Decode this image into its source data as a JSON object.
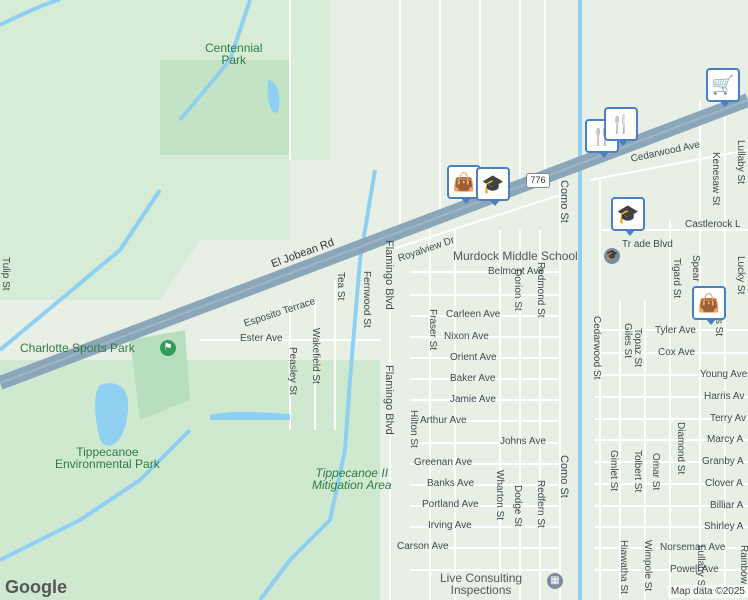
{
  "colors": {
    "background": "#e8f0e6",
    "park": "#cde8cf",
    "highway": "#8aa6b8",
    "water": "#8fd0f2",
    "street": "#ffffff",
    "pin_border": "#4a7fc4"
  },
  "parks": {
    "centennial": "Centennial\nPark",
    "tippecanoe": "Tippecanoe\nEnvironmental Park",
    "mitigation": "Tippecanoe II\nMitigation Area"
  },
  "pois": {
    "sports_park": "Charlotte Sports Park",
    "middle_school": "Murdock Middle School",
    "live_consulting": "Live Consulting\nInspections"
  },
  "highway": {
    "name": "El Jobean Rd",
    "route": "776"
  },
  "streets": {
    "royalview": "Royalview Dr",
    "esposito": "Esposito Terrace",
    "ester": "Ester Ave",
    "wakefield": "Wakefield St",
    "peasley": "Peasley St",
    "tea": "Tea St",
    "fernwood": "Fernwood St",
    "flamingo_top": "Flamingo Blvd",
    "flamingo_bottom": "Flamingo Blvd",
    "fraser": "Fraser St",
    "hilton": "Hilton St",
    "belmont": "Belmont Ave",
    "carleen": "Carleen Ave",
    "nixon": "Nixon Ave",
    "orient": "Orient Ave",
    "baker": "Baker Ave",
    "jamie": "Jamie Ave",
    "arthur": "Arthur Ave",
    "johns": "Johns Ave",
    "greenan": "Greenan Ave",
    "banks": "Banks Ave",
    "portland": "Portland Ave",
    "irving": "Irving Ave",
    "carson": "Carson Ave",
    "dorion": "Dorion St",
    "redmond": "Redmond St",
    "wharton": "Wharton St",
    "dodge": "Dodge St",
    "redfern": "Redfern St",
    "como_top": "Como St",
    "como_bottom": "Como St",
    "cedarwood_ave": "Cedarwood Ave",
    "cedarwood_st": "Cedarwood St",
    "castlerock": "Castlerock L",
    "tippecanoe_blvd": "Tr ade Blvd",
    "tigard": "Tigard St",
    "kenesaw": "Kenesaw St",
    "lullaby": "Lullaby St",
    "lucky": "Lucky St",
    "spear": "Spear",
    "rendis": "endis St",
    "tyler": "Tyler Ave",
    "cox": "Cox Ave",
    "giles": "Giles St",
    "topaz": "Topaz St",
    "young": "Young Ave",
    "harris": "Harris Av",
    "terry": "Terry Av",
    "marcy": "Marcy A",
    "granby": "Granby A",
    "clover": "Clover A",
    "billiar": "Billiar A",
    "shirley": "Shirley A",
    "norseman": "Norseman Ave",
    "powell": "Powell Ave",
    "diamond": "Diamond St",
    "omar": "Omar St",
    "tolbert": "Tolbert St",
    "gimlet": "Gimlet St",
    "hiawatha": "Hiawatha St",
    "wimpole": "Wimpole St",
    "lullaby_btm": "Lullaby St",
    "rainbow": "Rainbow",
    "tulip": "Tulip St"
  },
  "markers": [
    {
      "name": "shopping-bag-marker",
      "icon": "👜"
    },
    {
      "name": "school-marker-1",
      "icon": "🎓"
    },
    {
      "name": "restaurant-marker-1",
      "icon": "🍴"
    },
    {
      "name": "restaurant-marker-2",
      "icon": "🍴"
    },
    {
      "name": "cart-marker",
      "icon": "🛒"
    },
    {
      "name": "school-marker-2",
      "icon": "🎓"
    },
    {
      "name": "shopping-bag-marker-2",
      "icon": "👜"
    }
  ],
  "footer": {
    "logo": "Google",
    "attribution": "Map data ©2025"
  }
}
